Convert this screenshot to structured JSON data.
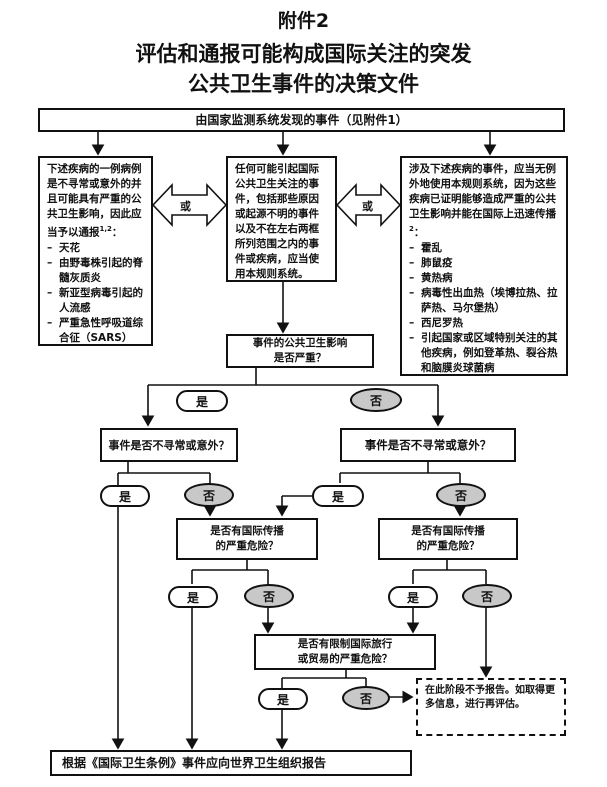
{
  "header": {
    "annex": "附件2",
    "title_line1": "评估和通报可能构成国际关注的突发",
    "title_line2": "公共卫生事件的决策文件"
  },
  "top_box": "由国家监测系统发现的事件（见附件1）",
  "left_box": {
    "intro": "下述疾病的一例病例是不寻常或意外的并且可能具有严重的公共卫生影响，因此应当予以通报",
    "intro_sup": "1,2",
    "intro_end": "：",
    "items": [
      "天花",
      "由野毒株引起的脊髓灰质炎",
      "新亚型病毒引起的人流感",
      "严重急性呼吸道综合征（SARS）"
    ]
  },
  "or_left": "或",
  "or_right": "或",
  "middle_box": "任何可能引起国际公共卫生关注的事件，包括那些原因或起源不明的事件以及不在左右两框所列范围之内的事件或疾病，应当使用本规则系统。",
  "right_box": {
    "intro": "涉及下述疾病的事件，应当无例外地使用本规则系统，因为这些疾病已证明能够造成严重的公共卫生影响并能在国际上迅速传播",
    "intro_sup": "2",
    "intro_end": "：",
    "items": [
      "霍乱",
      "肺鼠疫",
      "黄热病",
      "病毒性出血热（埃博拉热、拉萨热、马尔堡热）",
      "西尼罗热",
      "引起国家或区域特别关注的其他疾病，例如登革热、裂谷热和脑膜炎球菌病"
    ]
  },
  "q_serious": {
    "line1": "事件的公共卫生影响",
    "line2": "是否严重？"
  },
  "q_unusual_left": "事件是否不寻常或意外？",
  "q_unusual_right": "事件是否不寻常或意外？",
  "q_spread_left": {
    "line1": "是否有国际传播",
    "line2": "的严重危险？"
  },
  "q_spread_right": {
    "line1": "是否有国际传播",
    "line2": "的严重危险？"
  },
  "q_restrict": {
    "line1": "是否有限制国际旅行",
    "line2": "或贸易的严重危险？"
  },
  "yes": "是",
  "no": "否",
  "not_report": "在此阶段不予报告。如取得更多信息，进行再评估。",
  "bottom_box": "根据《国际卫生条例》事件应向世界卫生组织报告"
}
